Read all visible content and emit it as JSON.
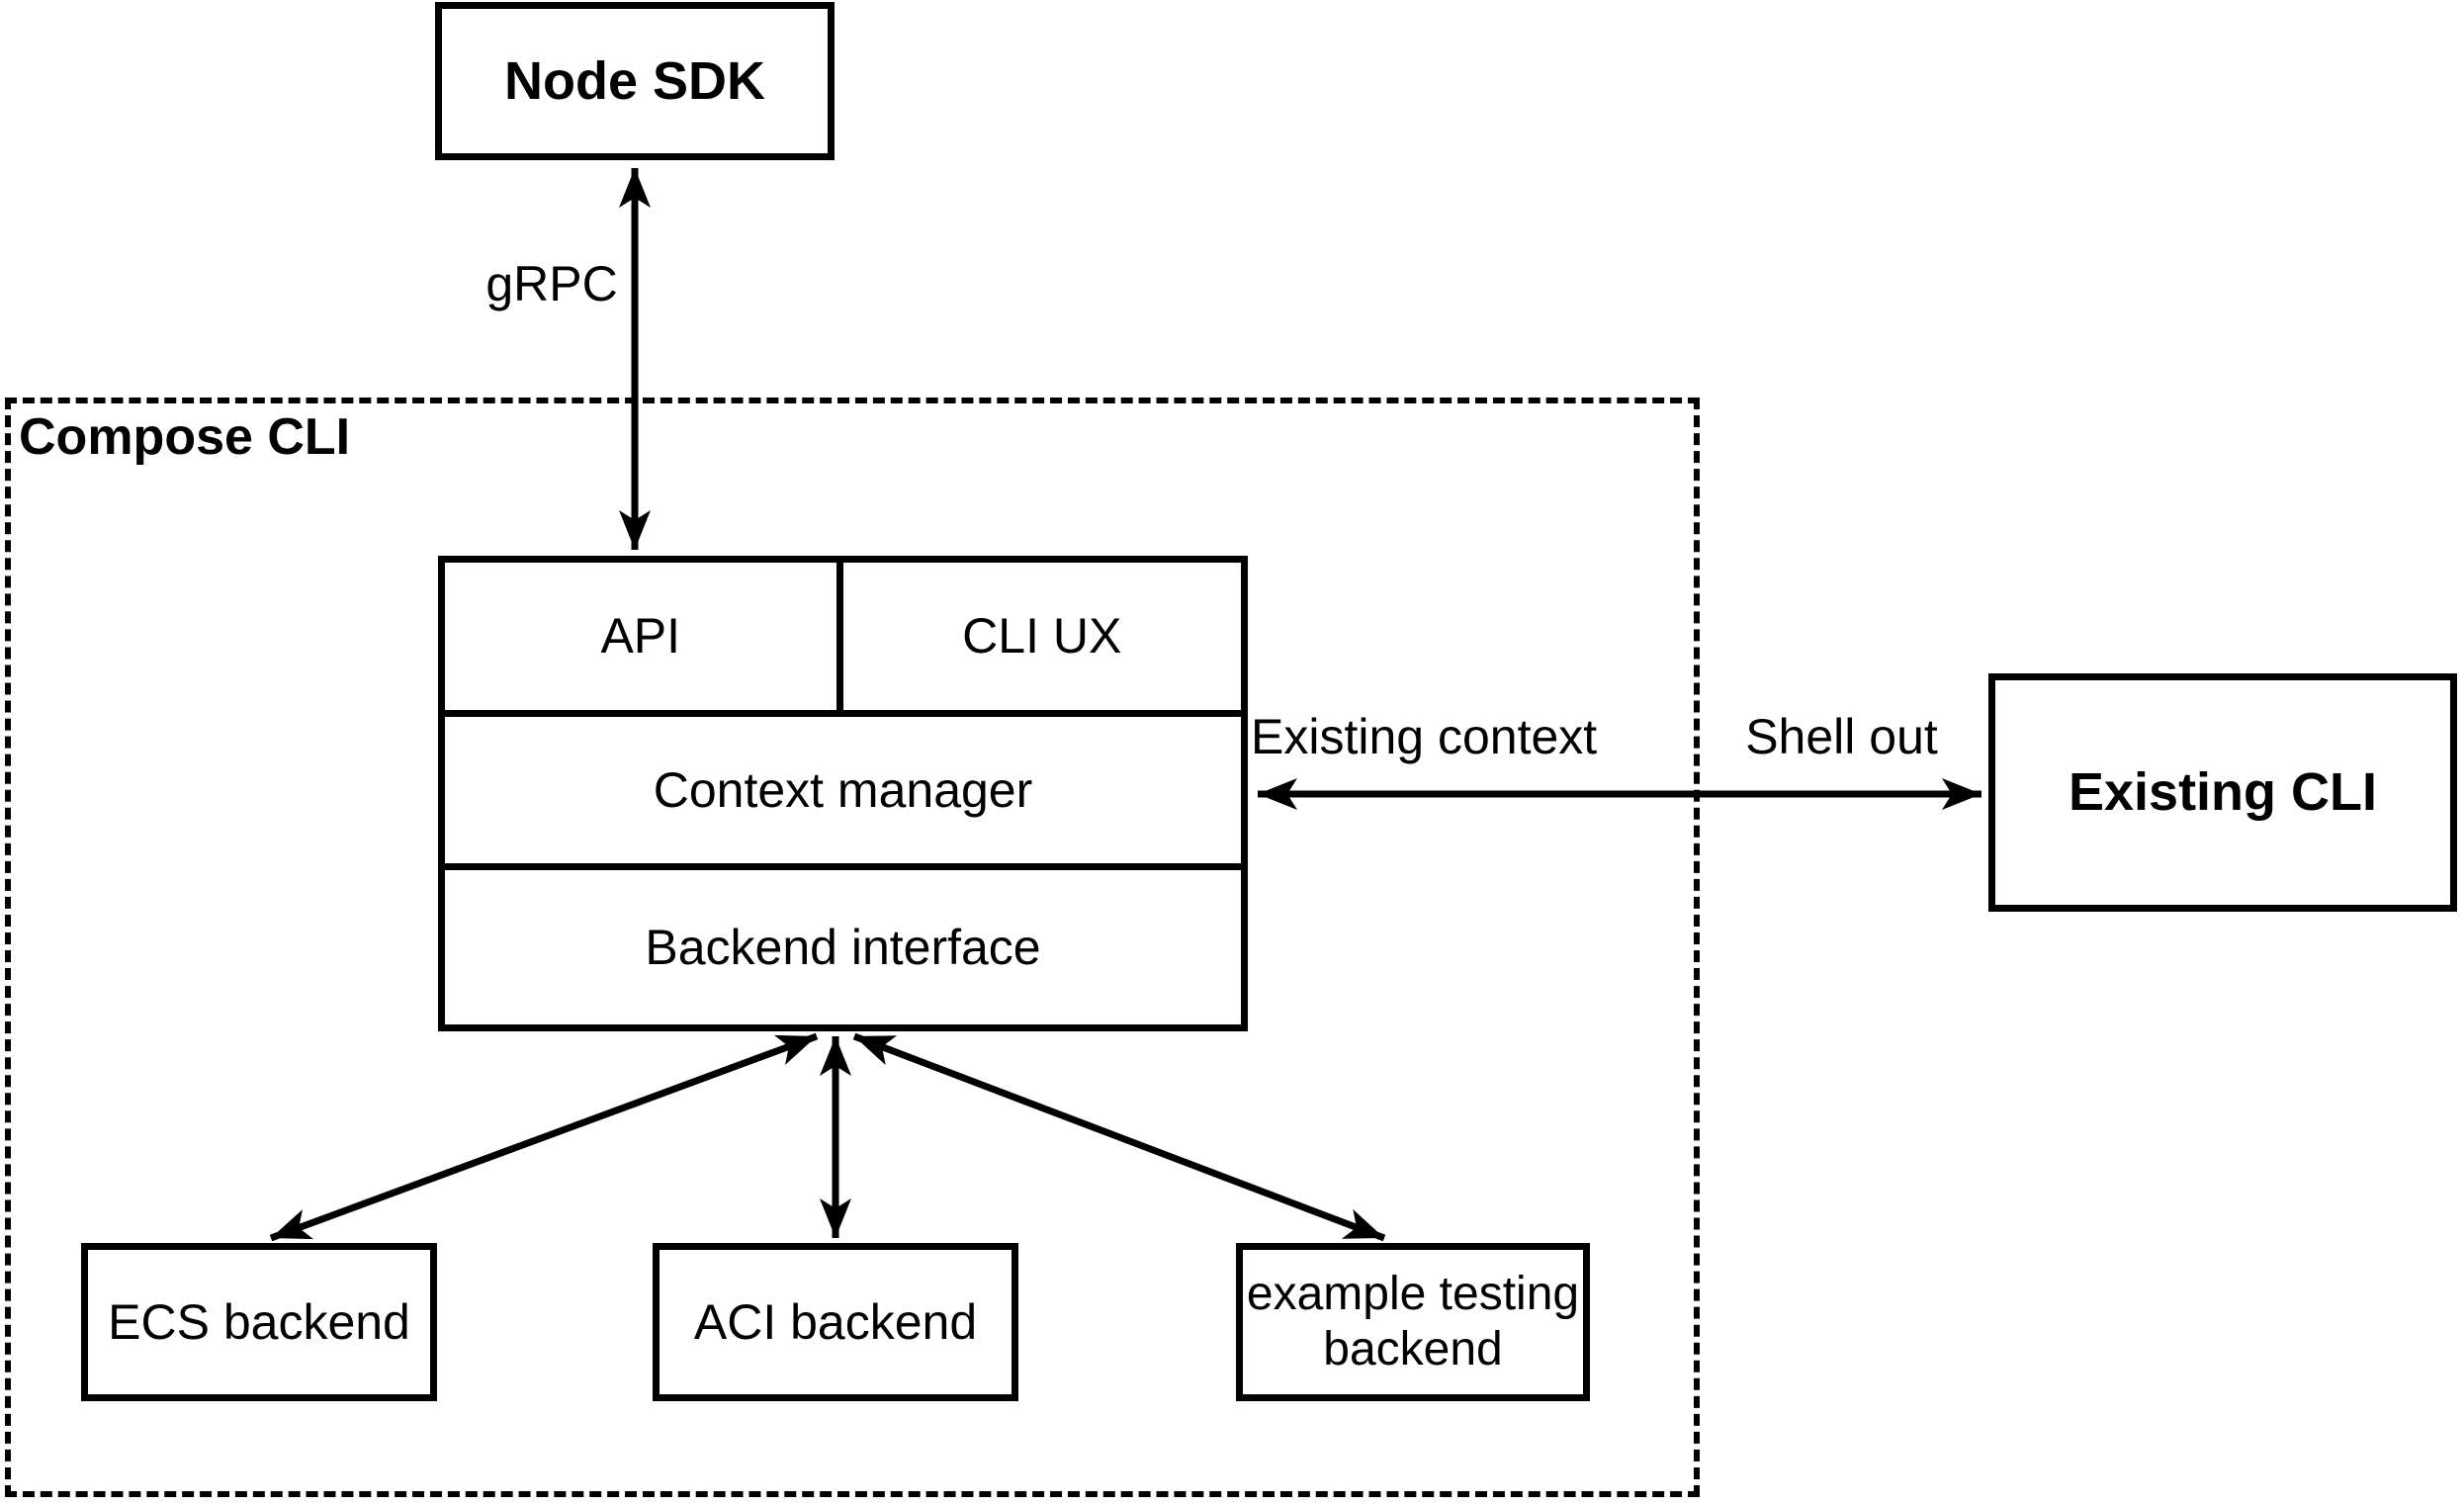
{
  "colors": {
    "background": "#ffffff",
    "stroke": "#000000",
    "text": "#000000"
  },
  "container": {
    "label": "Compose CLI"
  },
  "nodes": {
    "node_sdk": {
      "label": "Node SDK"
    },
    "api": {
      "label": "API"
    },
    "cli_ux": {
      "label": "CLI UX"
    },
    "context_manager": {
      "label": "Context manager"
    },
    "backend_interface": {
      "label": "Backend interface"
    },
    "existing_cli": {
      "label": "Existing CLI"
    },
    "ecs_backend": {
      "label": "ECS backend"
    },
    "aci_backend": {
      "label": "ACI backend"
    },
    "example_testing_backend": {
      "label": "example testing backend"
    }
  },
  "edges": {
    "grpc": {
      "label": "gRPC",
      "from": "node_sdk",
      "to": "api",
      "arrows": "both"
    },
    "existing_context": {
      "label": "Existing context",
      "from": "context_manager",
      "to": "existing_cli",
      "arrows": "both"
    },
    "shell_out": {
      "label": "Shell out",
      "from": "context_manager",
      "to": "existing_cli",
      "arrows": "both"
    },
    "backend_to_ecs": {
      "label": "",
      "from": "backend_interface",
      "to": "ecs_backend",
      "arrows": "both"
    },
    "backend_to_aci": {
      "label": "",
      "from": "backend_interface",
      "to": "aci_backend",
      "arrows": "both"
    },
    "backend_to_example": {
      "label": "",
      "from": "backend_interface",
      "to": "example_testing_backend",
      "arrows": "both"
    }
  }
}
